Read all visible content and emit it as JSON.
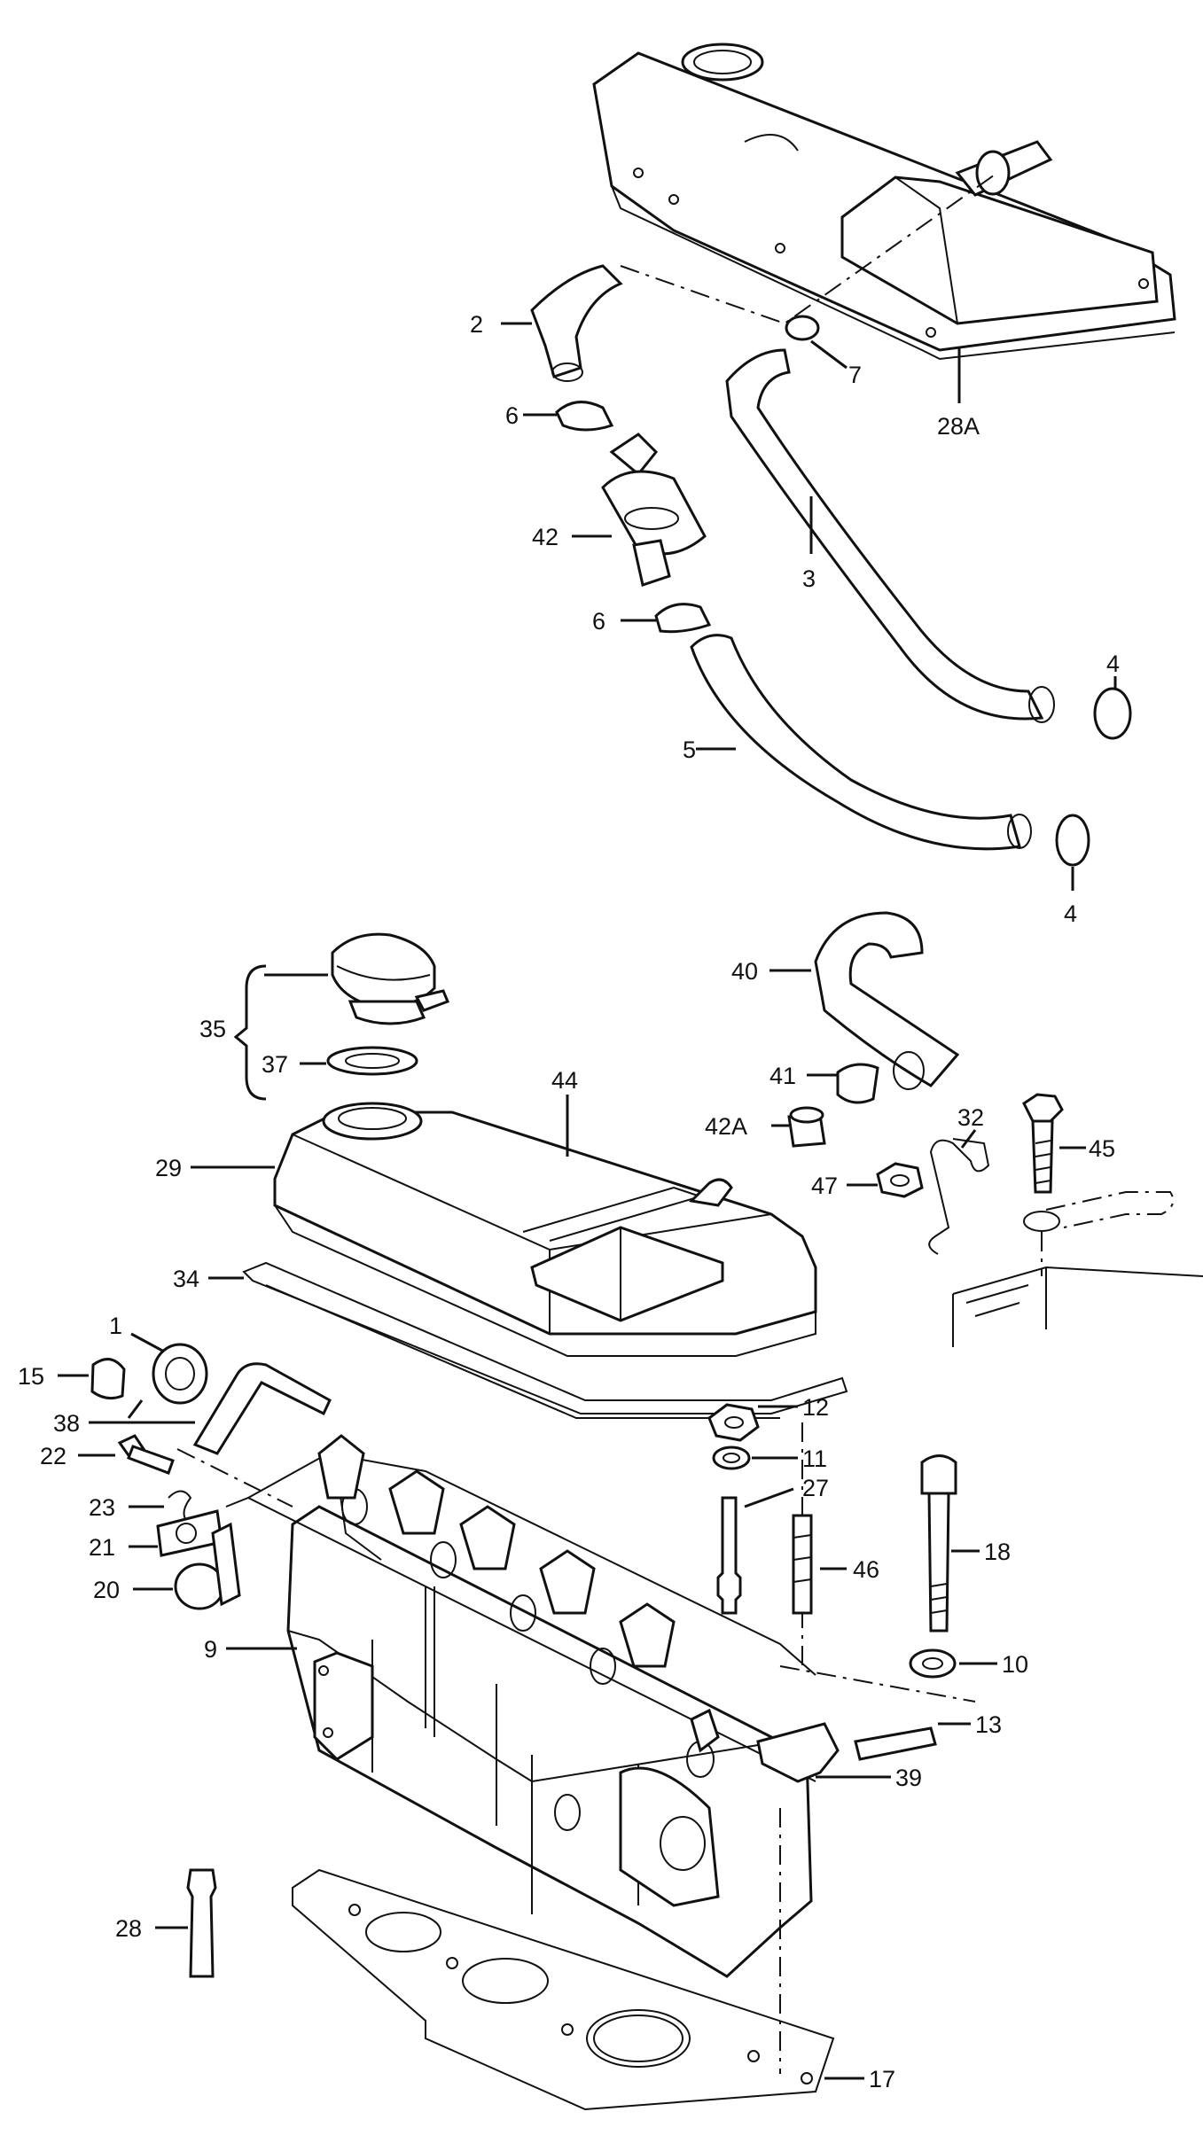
{
  "callouts": [
    {
      "id": "c2",
      "text": "2"
    },
    {
      "id": "c7",
      "text": "7"
    },
    {
      "id": "c28A",
      "text": "28A"
    },
    {
      "id": "c6a",
      "text": "6"
    },
    {
      "id": "c42",
      "text": "42"
    },
    {
      "id": "c3",
      "text": "3"
    },
    {
      "id": "c6b",
      "text": "6"
    },
    {
      "id": "c4a",
      "text": "4"
    },
    {
      "id": "c5",
      "text": "5"
    },
    {
      "id": "c4b",
      "text": "4"
    },
    {
      "id": "c40",
      "text": "40"
    },
    {
      "id": "c35",
      "text": "35"
    },
    {
      "id": "c37",
      "text": "37"
    },
    {
      "id": "c44",
      "text": "44"
    },
    {
      "id": "c41",
      "text": "41"
    },
    {
      "id": "c32",
      "text": "32"
    },
    {
      "id": "c42A",
      "text": "42A"
    },
    {
      "id": "c45",
      "text": "45"
    },
    {
      "id": "c29",
      "text": "29"
    },
    {
      "id": "c47",
      "text": "47"
    },
    {
      "id": "c34",
      "text": "34"
    },
    {
      "id": "c1",
      "text": "1"
    },
    {
      "id": "c15",
      "text": "15"
    },
    {
      "id": "c12",
      "text": "12"
    },
    {
      "id": "c38",
      "text": "38"
    },
    {
      "id": "c11",
      "text": "11"
    },
    {
      "id": "c22",
      "text": "22"
    },
    {
      "id": "c27",
      "text": "27"
    },
    {
      "id": "c23",
      "text": "23"
    },
    {
      "id": "c21",
      "text": "21"
    },
    {
      "id": "c18",
      "text": "18"
    },
    {
      "id": "c46",
      "text": "46"
    },
    {
      "id": "c20",
      "text": "20"
    },
    {
      "id": "c9",
      "text": "9"
    },
    {
      "id": "c10",
      "text": "10"
    },
    {
      "id": "c13",
      "text": "13"
    },
    {
      "id": "c39",
      "text": "39"
    },
    {
      "id": "c28",
      "text": "28"
    },
    {
      "id": "c17",
      "text": "17"
    }
  ]
}
